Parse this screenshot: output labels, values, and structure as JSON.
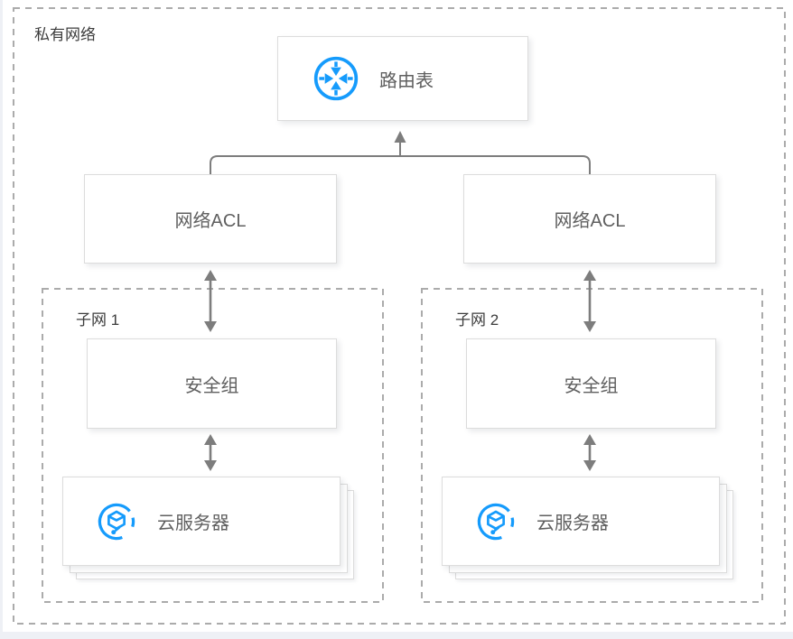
{
  "vpc": {
    "label": "私有网络"
  },
  "route_table": {
    "label": "路由表",
    "icon": "route-table-icon"
  },
  "acls": [
    {
      "label": "网络ACL"
    },
    {
      "label": "网络ACL"
    }
  ],
  "subnets": [
    {
      "label": "子网 1",
      "security_group": {
        "label": "安全组"
      },
      "cvm": {
        "label": "云服务器",
        "icon": "cloud-server-icon"
      }
    },
    {
      "label": "子网 2",
      "security_group": {
        "label": "安全组"
      },
      "cvm": {
        "label": "云服务器",
        "icon": "cloud-server-icon"
      }
    }
  ],
  "colors": {
    "icon_blue": "#159BFC",
    "line": "#7d7d7d",
    "box_border": "#dcdcdc",
    "dash_border": "#ababab",
    "label_text": "#3c3c3c",
    "box_text": "#5f5f5f",
    "page_edge": "#eef0f5",
    "canvas_bg": "#ffffff"
  }
}
